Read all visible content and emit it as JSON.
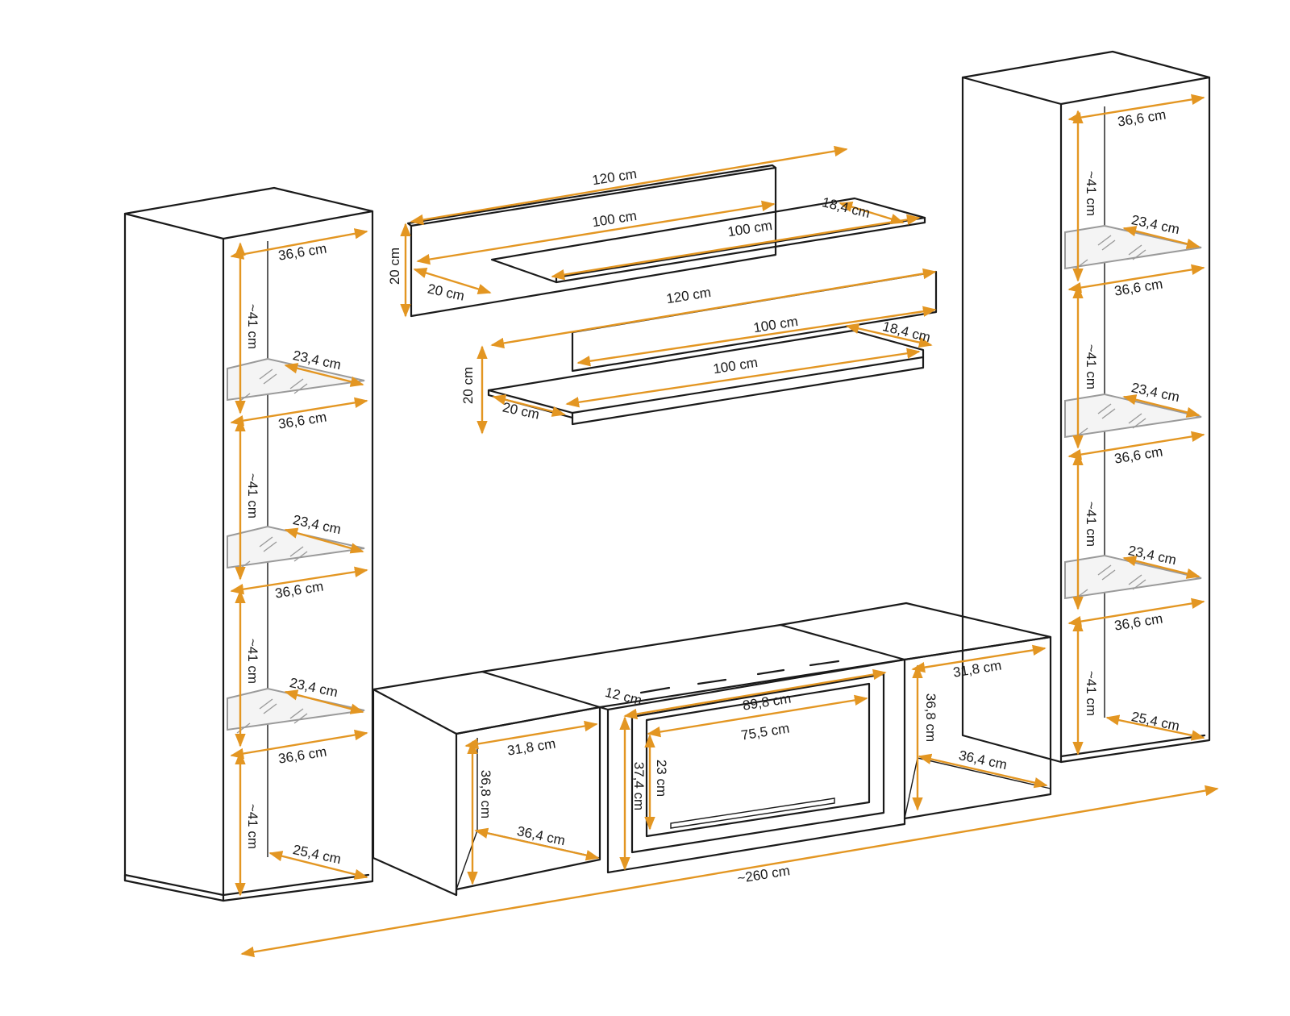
{
  "colors": {
    "outline": "#1a1a1a",
    "dimension": "#e39622",
    "glass": "#9a9a9a",
    "background": "#ffffff"
  },
  "labels": {
    "left_top_width": "36,6 cm",
    "left_h1": "~41 cm",
    "left_glass1": "23,4 cm",
    "left_width2": "36,6 cm",
    "left_h2": "~41 cm",
    "left_glass2": "23,4 cm",
    "left_width3": "36,6 cm",
    "left_h3": "~41 cm",
    "left_glass3": "23,4 cm",
    "left_width4": "36,6 cm",
    "left_h4": "~41 cm",
    "left_bottom_depth": "25,4 cm",
    "shelf1_length": "120 cm",
    "shelf1_inner": "100 cm",
    "shelf1_board": "100 cm",
    "shelf1_depth": "18,4 cm",
    "shelf1_height": "20 cm",
    "shelf1_panel_depth": "20 cm",
    "shelf2_length": "120 cm",
    "shelf2_inner": "100 cm",
    "shelf2_depth": "18,4 cm",
    "shelf2_board": "100 cm",
    "shelf2_height": "20 cm",
    "shelf2_panel_depth": "20 cm",
    "right_top_width": "36,6 cm",
    "right_h1": "~41 cm",
    "right_glass1": "23,4 cm",
    "right_width2": "36,6 cm",
    "right_h2": "~41 cm",
    "right_glass2": "23,4 cm",
    "right_width3": "36,6 cm",
    "right_h3": "~41 cm",
    "right_glass3": "23,4 cm",
    "right_width4": "36,6 cm",
    "right_h4": "~41 cm",
    "right_bottom_depth": "25,4 cm",
    "lbox_width": "31,8 cm",
    "lbox_height": "36,8 cm",
    "lbox_depth": "36,4 cm",
    "fire_gap": "12 cm",
    "fire_width": "89,8 cm",
    "fire_inner_width": "75,5 cm",
    "fire_height": "37,4 cm",
    "fire_inner_height": "23 cm",
    "rbox_width": "31,8 cm",
    "rbox_height": "36,8 cm",
    "rbox_depth": "36,4 cm",
    "total_length": "~260 cm"
  }
}
